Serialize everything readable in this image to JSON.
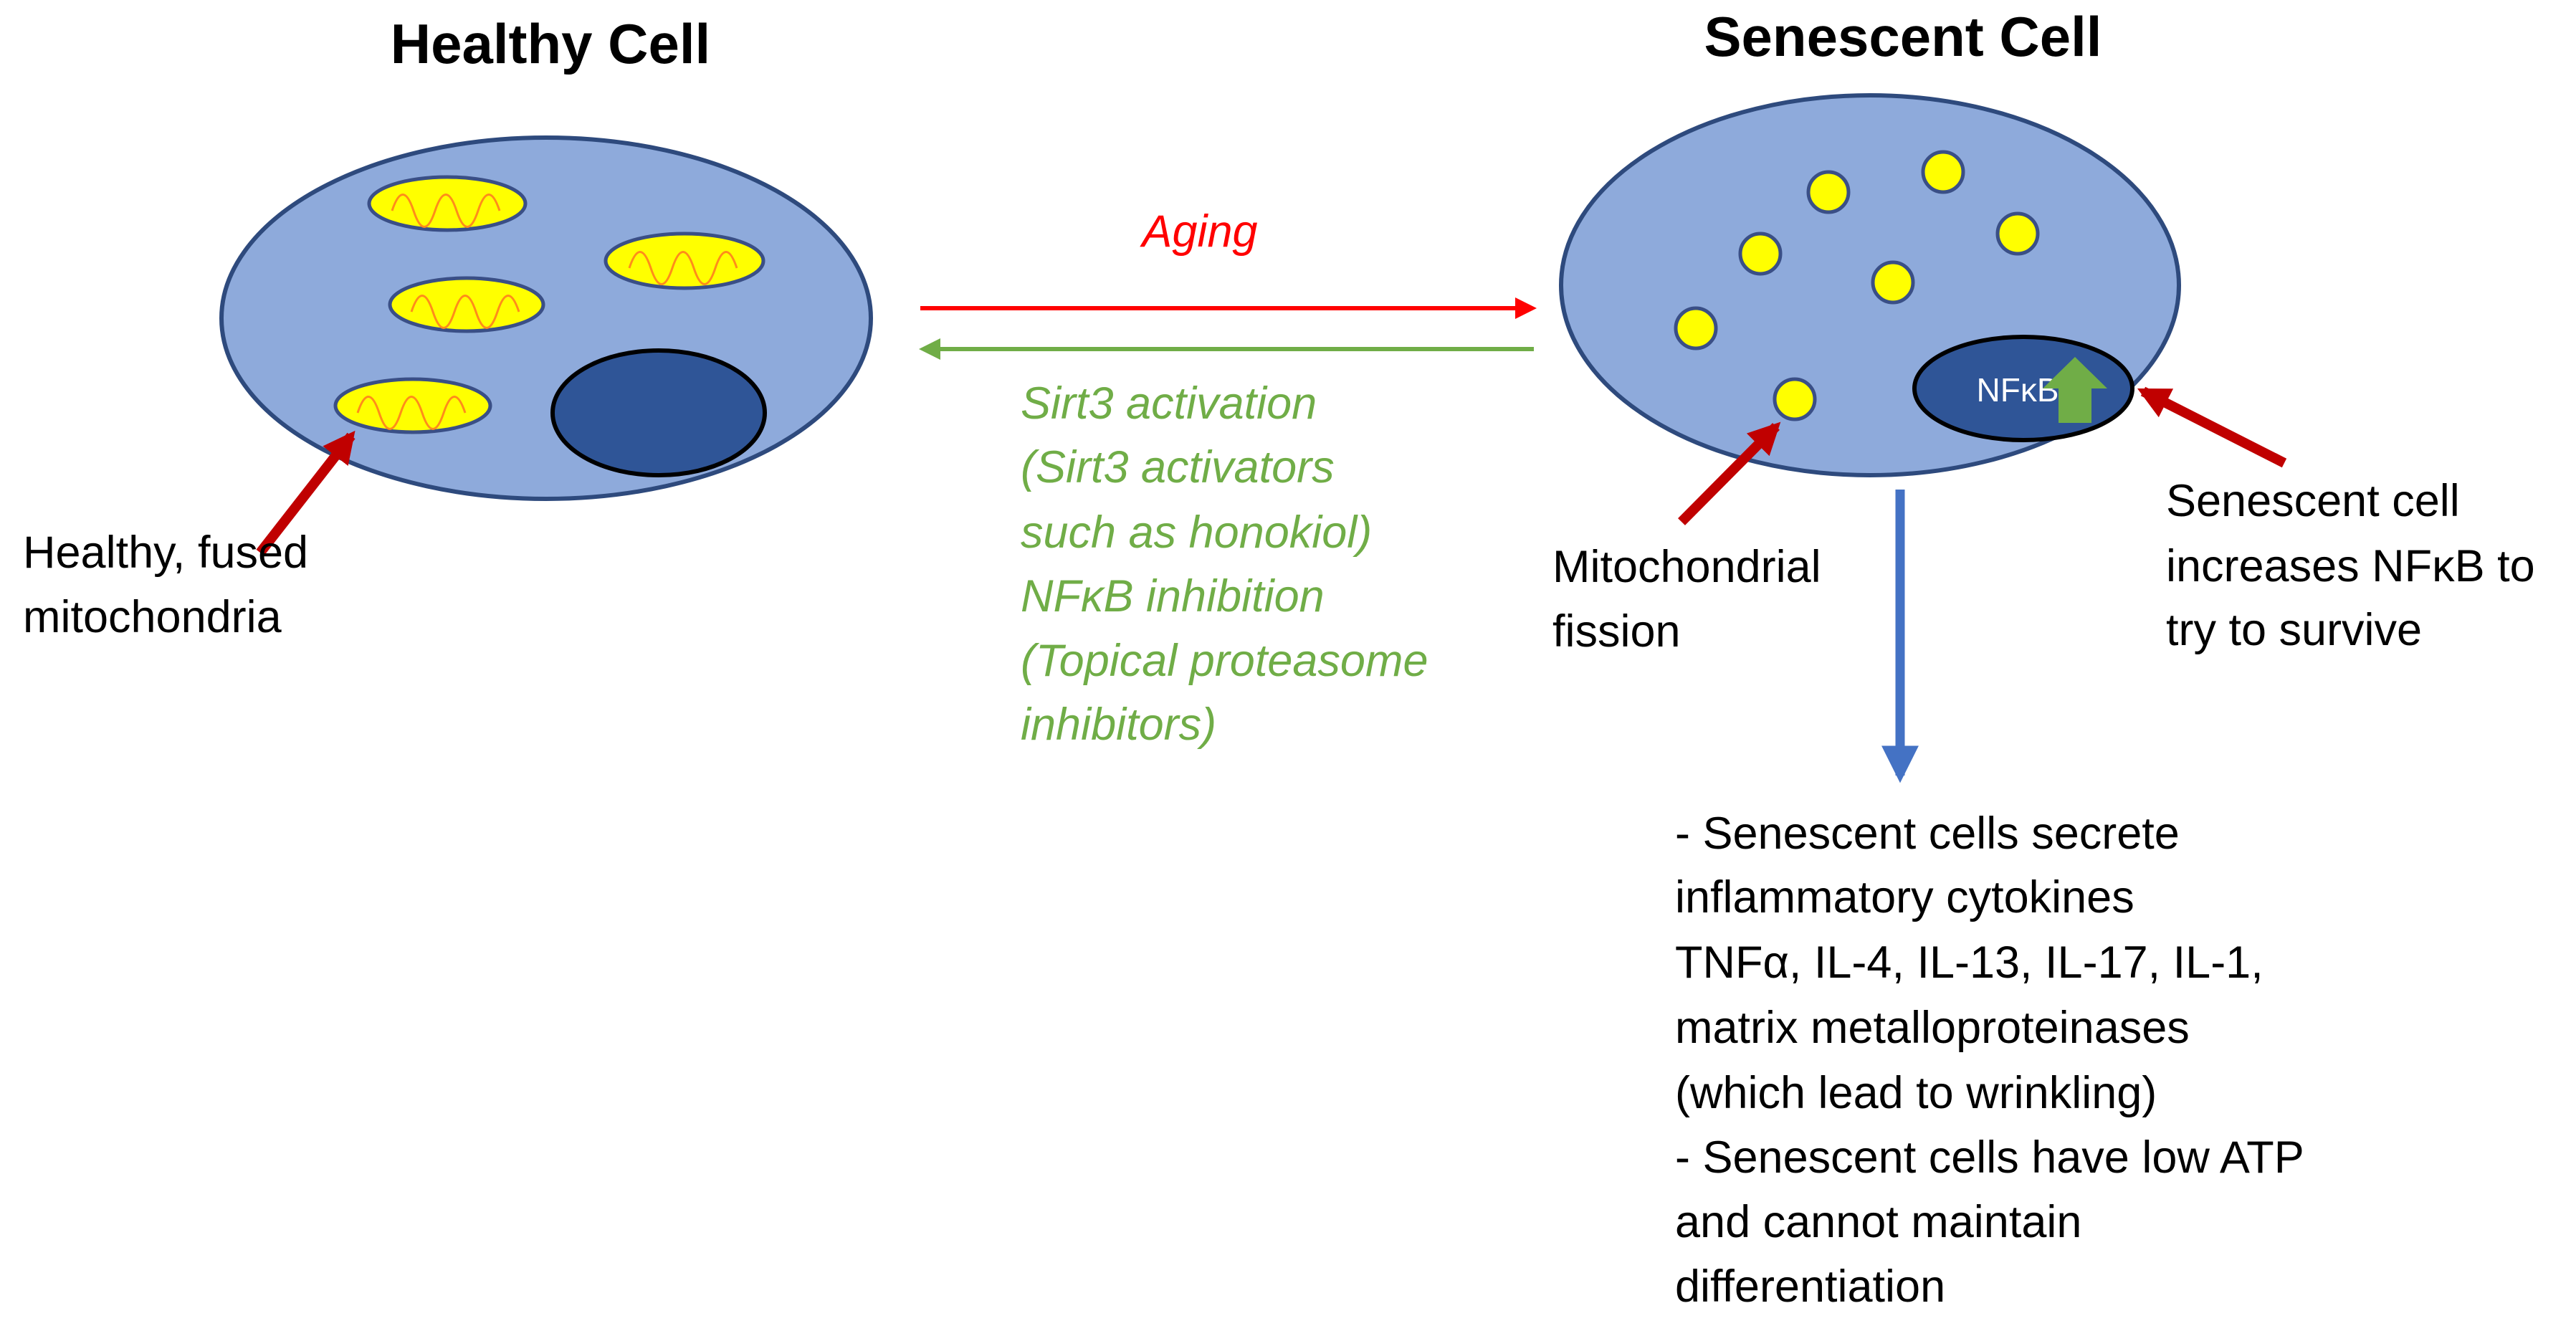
{
  "colors": {
    "cell_fill": "#8eaadb",
    "cell_stroke": "#2e4a7d",
    "nucleus_fill": "#2f5597",
    "mitochondria_fill": "#ffff00",
    "mitochondria_stroke": "#3a4f86",
    "cristae": "#ff8c1a",
    "aging_red": "#ff0000",
    "green": "#70ad47",
    "pointer_red": "#c00000",
    "blue_arrow": "#4472c4"
  },
  "titles": {
    "healthy": "Healthy Cell",
    "senescent": "Senescent Cell"
  },
  "arrows": {
    "aging": "Aging",
    "reversal": [
      "Sirt3 activation",
      "(Sirt3 activators",
      "such as honokiol)",
      "NFκB inhibition",
      "(Topical proteasome",
      "inhibitors)"
    ]
  },
  "nucleus_label": "NFκB",
  "callouts": {
    "healthy": [
      "Healthy, fused",
      "mitochondria"
    ],
    "fission": [
      "Mitochondrial",
      "fission"
    ],
    "nfkb": [
      "Senescent cell",
      "increases NFκB to",
      "try to survive"
    ]
  },
  "outcomes": [
    "- Senescent cells secrete",
    "inflammatory cytokines",
    "TNFα, IL-4, IL-13, IL-17, IL-1,",
    "matrix metalloproteinases",
    "(which lead to wrinkling)",
    "- Senescent cells have low ATP",
    "and cannot maintain",
    "differentiation"
  ]
}
